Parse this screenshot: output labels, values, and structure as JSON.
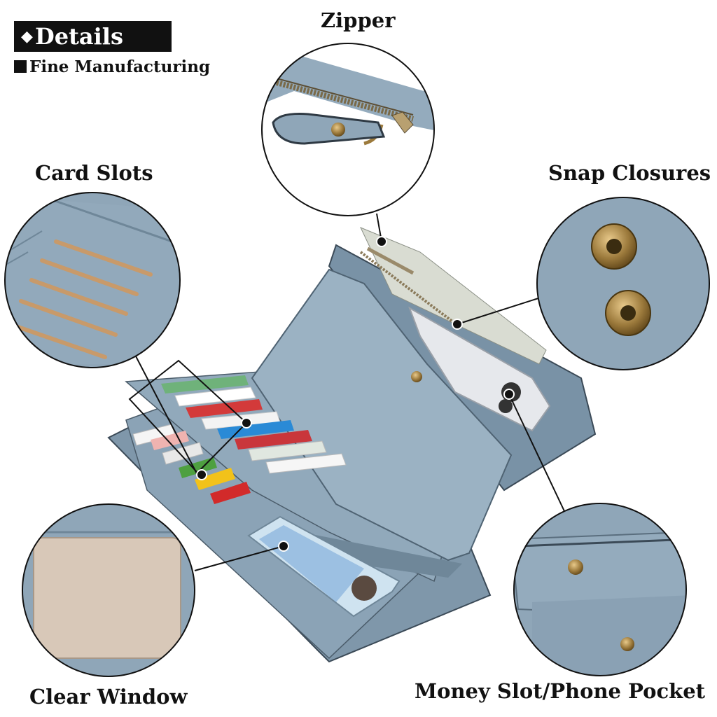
{
  "header": {
    "badge_text": "Details",
    "subtitle": "Fine Manufacturing"
  },
  "labels": {
    "zipper": "Zipper",
    "card_slots": "Card Slots",
    "snap_closures": "Snap Closures",
    "clear_window": "Clear Window",
    "money_phone": "Money Slot/Phone Pocket"
  },
  "colors": {
    "leather": "#8fa6b8",
    "leather_dark": "#6f8799",
    "brass": "#9c7a3c",
    "window": "#d8c8b8"
  }
}
